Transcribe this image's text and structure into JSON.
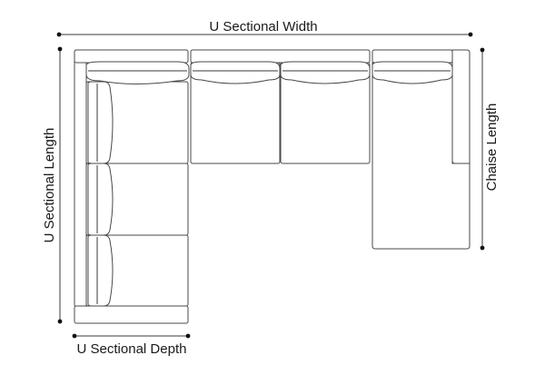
{
  "labels": {
    "width": "U Sectional Width",
    "length": "U Sectional Length",
    "chaise": "Chaise Length",
    "depth": "U Sectional Depth"
  }
}
